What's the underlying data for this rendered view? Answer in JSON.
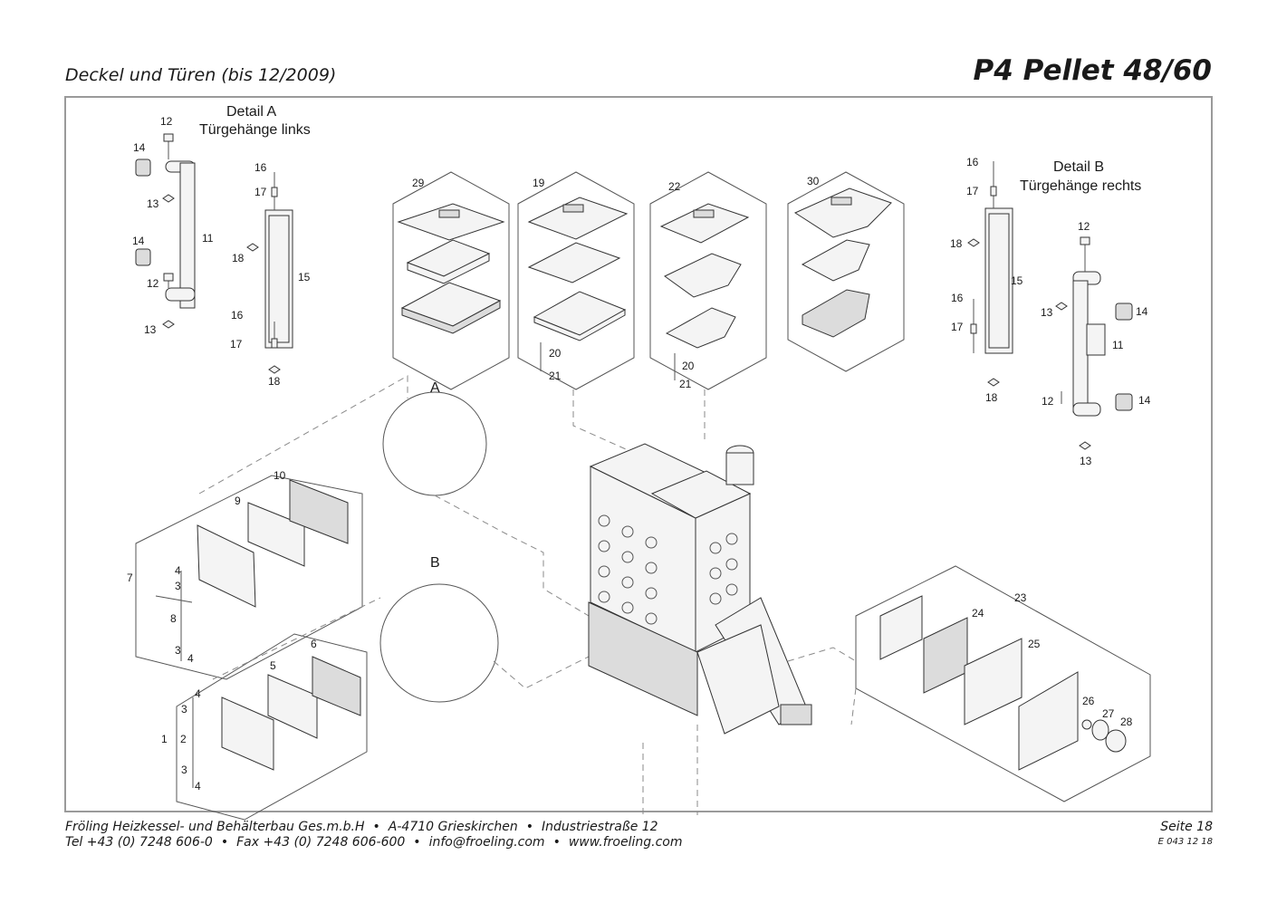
{
  "header": {
    "section_title": "Deckel und Türen (bis 12/2009)",
    "product_title": "P4 Pellet 48/60"
  },
  "details": {
    "a_title": "Detail A",
    "a_subtitle": "Türgehänge links",
    "b_title": "Detail B",
    "b_subtitle": "Türgehänge rechts",
    "zoom_a": "A",
    "zoom_b": "B"
  },
  "part_labels": {
    "p1": "1",
    "p2": "2",
    "p3": "3",
    "p4": "4",
    "p5": "5",
    "p6": "6",
    "p7": "7",
    "p8": "8",
    "p9": "9",
    "p10": "10",
    "p11": "11",
    "p12": "12",
    "p13": "13",
    "p14": "14",
    "p15": "15",
    "p16": "16",
    "p17": "17",
    "p18": "18",
    "p19": "19",
    "p20": "20",
    "p21": "21",
    "p22": "22",
    "p23": "23",
    "p24": "24",
    "p25": "25",
    "p26": "26",
    "p27": "27",
    "p28": "28",
    "p29": "29",
    "p30": "30"
  },
  "footer": {
    "company": "Fröling Heizkessel- und Behälterbau Ges.m.b.H",
    "address": "A-4710 Grieskirchen",
    "street": "Industriestraße 12",
    "phone": "Tel +43 (0) 7248 606-0",
    "fax": "Fax +43 (0) 7248 606-600",
    "email": "info@froeling.com",
    "web": "www.froeling.com",
    "bullet": "•",
    "page": "Seite 18",
    "doc_number": "E 043 12 18"
  }
}
